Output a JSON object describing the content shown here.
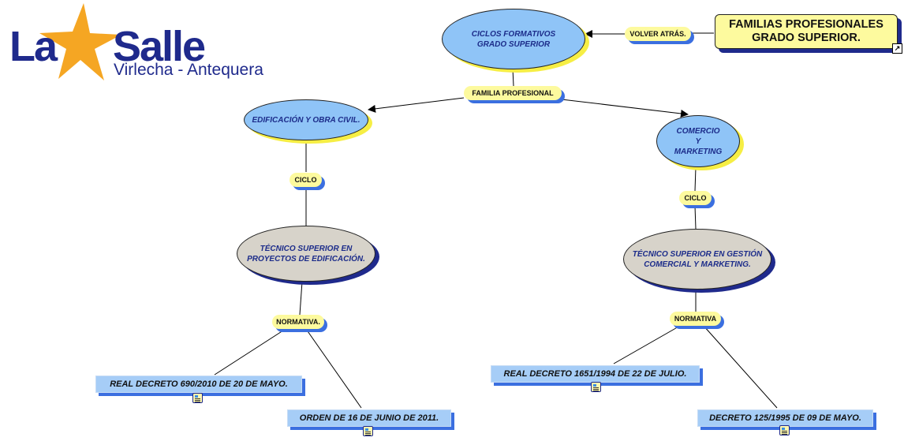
{
  "logo": {
    "name_left": "La",
    "name_right": "Salle",
    "subtitle": "Virlecha - Antequera",
    "icon": "star-icon",
    "colors": {
      "text": "#1f2a8c",
      "star": "#f5a623"
    }
  },
  "header": {
    "title_box": {
      "line1": "FAMILIAS PROFESIONALES",
      "line2": "GRADO SUPERIOR."
    },
    "back_link": "VOLVER ATRÁS.",
    "link_icon": "external-link-icon"
  },
  "root": {
    "line1": "CICLOS FORMATIVOS",
    "line2": "GRADO SUPERIOR"
  },
  "root_link": "FAMILIA PROFESIONAL",
  "families": [
    {
      "name": "EDIFICACIÓN Y OBRA CIVIL.",
      "link": "CICLO",
      "cycle": {
        "line1": "TÉCNICO SUPERIOR EN",
        "line2": "PROYECTOS DE EDIFICACIÓN."
      },
      "normativa_link": "NORMATIVA.",
      "documents": [
        "REAL DECRETO 690/2010 DE 20 DE MAYO.",
        "ORDEN DE 16 DE JUNIO DE 2011."
      ]
    },
    {
      "name_lines": [
        "COMERCIO",
        "Y",
        "MARKETING"
      ],
      "link": "CICLO",
      "cycle": {
        "line1": "TÉCNICO SUPERIOR EN GESTIÓN",
        "line2": "COMERCIAL Y MARKETING."
      },
      "normativa_link": "NORMATIVA",
      "documents": [
        "REAL DECRETO 1651/1994 DE 22 DE JULIO.",
        "DECRETO 125/1995 DE 09 DE MAYO."
      ]
    }
  ],
  "colors": {
    "concept_blue": "#8fc4f7",
    "concept_grey": "#d7d3ca",
    "link_yellow": "#fdfa9e",
    "document_blue": "#a6cdf7",
    "shadow_blue": "#3b6fe0",
    "text_navy": "#1c2c8a"
  }
}
